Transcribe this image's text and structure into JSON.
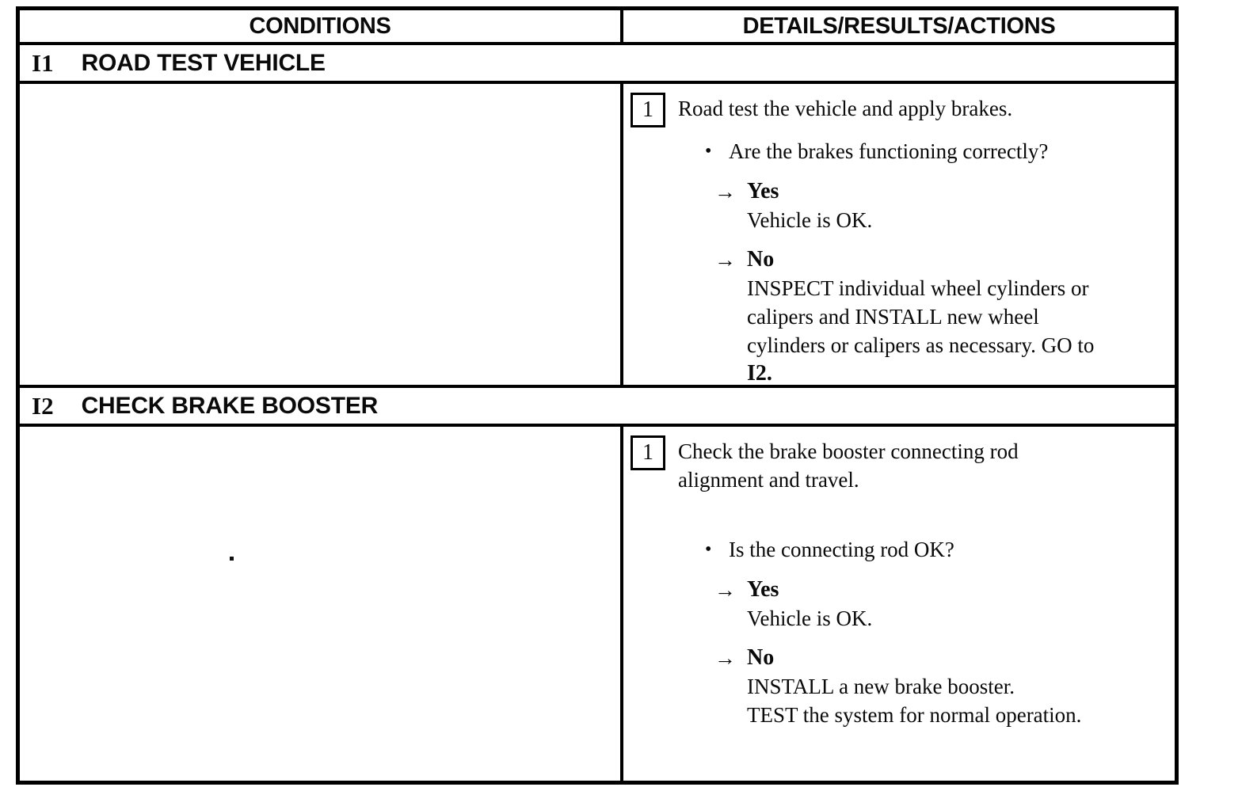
{
  "header": {
    "conditions_label": "CONDITIONS",
    "details_label": "DETAILS/RESULTS/ACTIONS"
  },
  "glyphs": {
    "bullet": "•",
    "arrow": "→"
  },
  "sections": [
    {
      "id": "I1",
      "title": "ROAD TEST VEHICLE",
      "step": {
        "number": "1",
        "instruction_lines": [
          "Road test the vehicle and apply brakes."
        ],
        "question": "Are the brakes functioning correctly?",
        "outcomes": [
          {
            "answer": "Yes",
            "lines": [
              "Vehicle is OK."
            ]
          },
          {
            "answer": "No",
            "lines": [
              "INSPECT individual wheel cylinders or",
              "calipers and INSTALL new wheel",
              "cylinders or calipers as necessary. GO to"
            ],
            "goto_ref": "I2."
          }
        ]
      }
    },
    {
      "id": "I2",
      "title": "CHECK BRAKE BOOSTER",
      "step": {
        "number": "1",
        "instruction_lines": [
          "Check the brake booster connecting rod",
          "alignment and travel."
        ],
        "question": "Is the connecting rod OK?",
        "outcomes": [
          {
            "answer": "Yes",
            "lines": [
              "Vehicle is OK."
            ]
          },
          {
            "answer": "No",
            "lines": [
              "INSTALL a new brake booster.",
              "TEST the system for normal operation."
            ]
          }
        ]
      }
    }
  ]
}
